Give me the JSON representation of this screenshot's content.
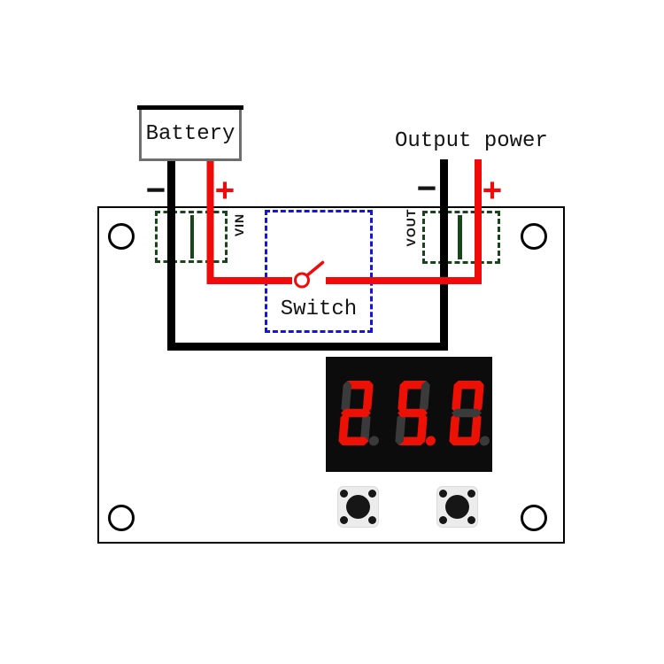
{
  "diagram": {
    "battery": {
      "label": "Battery",
      "neg": "−",
      "pos": "+"
    },
    "output": {
      "label": "Output power",
      "neg": "−",
      "pos": "+"
    },
    "switch": {
      "label": "Switch"
    },
    "terminals": {
      "vin": "VIN",
      "vout": "VOUT"
    }
  },
  "display": {
    "value": "25.0",
    "digits": [
      {
        "char": "2",
        "segments": "ABDEG",
        "dp": false
      },
      {
        "char": "5",
        "segments": "ACDFG",
        "dp": true
      },
      {
        "char": "0",
        "segments": "ABCDEF",
        "dp": false
      }
    ],
    "colors": {
      "background": "#0c0c0c",
      "lit": "#ec1005",
      "unlit": "#3a3a3a"
    }
  },
  "board": {
    "mounting_hole_count": 4,
    "button_count": 2
  },
  "colors": {
    "wire_red": "#f00a0a",
    "wire_black": "#000000",
    "terminal_green": "#17461a",
    "switch_blue": "#1414dd",
    "battery_border": "#6e6e6e",
    "board_border": "#000000",
    "text": "#141414",
    "button_body": "#ececec",
    "button_dot": "#161616"
  }
}
